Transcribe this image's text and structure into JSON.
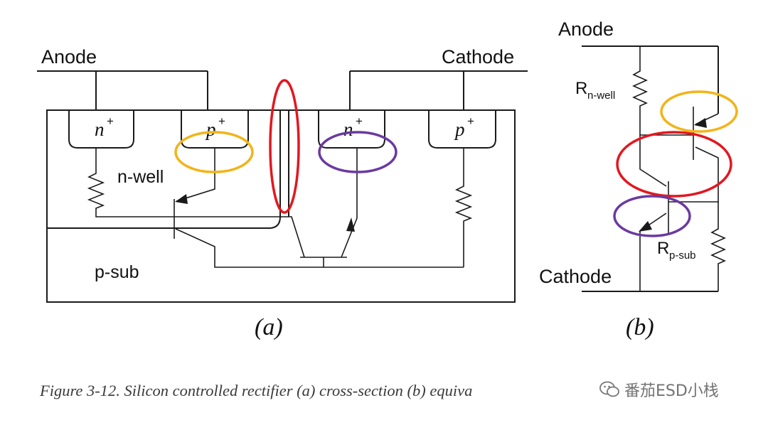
{
  "panel_a": {
    "anode": "Anode",
    "cathode": "Cathode",
    "n_plus_left": "n",
    "p_plus_left": "p",
    "n_plus_right": "n",
    "p_plus_right": "p",
    "sup": "+",
    "n_well": "n-well",
    "p_sub": "p-sub",
    "panel_label": "(a)"
  },
  "panel_b": {
    "anode": "Anode",
    "cathode": "Cathode",
    "r_nwell_main": "R",
    "r_nwell_sub": "n-well",
    "r_psub_main": "R",
    "r_psub_sub": "p-sub",
    "panel_label": "(b)"
  },
  "highlights": {
    "red": "#e3171f",
    "yellow": "#f2b418",
    "purple": "#6a3aa0"
  },
  "caption": "Figure 3-12. Silicon controlled rectifier (a) cross-section (b) equiva",
  "watermark": {
    "icon": "wechat-icon",
    "text": "番茄ESD小栈"
  }
}
